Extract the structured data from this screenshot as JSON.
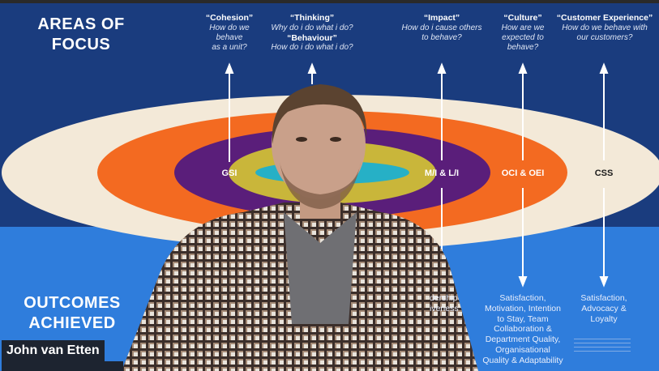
{
  "colors": {
    "navy": "#1a3c7e",
    "blue_band": "#2f7ddc",
    "ring_outer": "#f3e9d8",
    "ring_orange": "#f36a21",
    "ring_purple": "#5a1e7a",
    "ring_yellow": "#c9b63a",
    "ring_teal": "#26b0c6"
  },
  "slide": {
    "title_left": "AREAS OF\nFOCUS",
    "outcomes_left": "OUTCOMES\nACHIEVED",
    "columns": [
      {
        "header": "“Cohesion”",
        "question": "How do we\nbehave\nas a unit?",
        "ring_label": "GSI",
        "outcome": ""
      },
      {
        "header": "“Thinking”",
        "question": "Why do i do what i do?",
        "header2": "“Behaviour”",
        "question2": "How do i do what i do?",
        "ring_label": "",
        "outcome": ""
      },
      {
        "header": "“Impact”",
        "question": "How do i cause others\nto behave?",
        "ring_label": "M/I & L/I",
        "outcome": "dership\niveness"
      },
      {
        "header": "“Culture”",
        "question": "How are we\nexpected to\nbehave?",
        "ring_label": "OCI & OEI",
        "outcome": "Satisfaction,\nMotivation, Intention\nto Stay, Team\nCollaboration &\nDepartment Quality,\nOrganisational\nQuality & Adaptability"
      },
      {
        "header": "“Customer Experience”",
        "question": "How do we behave with\nour customers?",
        "ring_label": "CSS",
        "outcome": "Satisfaction,\nAdvocacy &\nLoyalty"
      }
    ]
  },
  "participant": {
    "name": "John van Etten",
    "name_sub": "",
    "icon": "person-silhouette-icon"
  }
}
